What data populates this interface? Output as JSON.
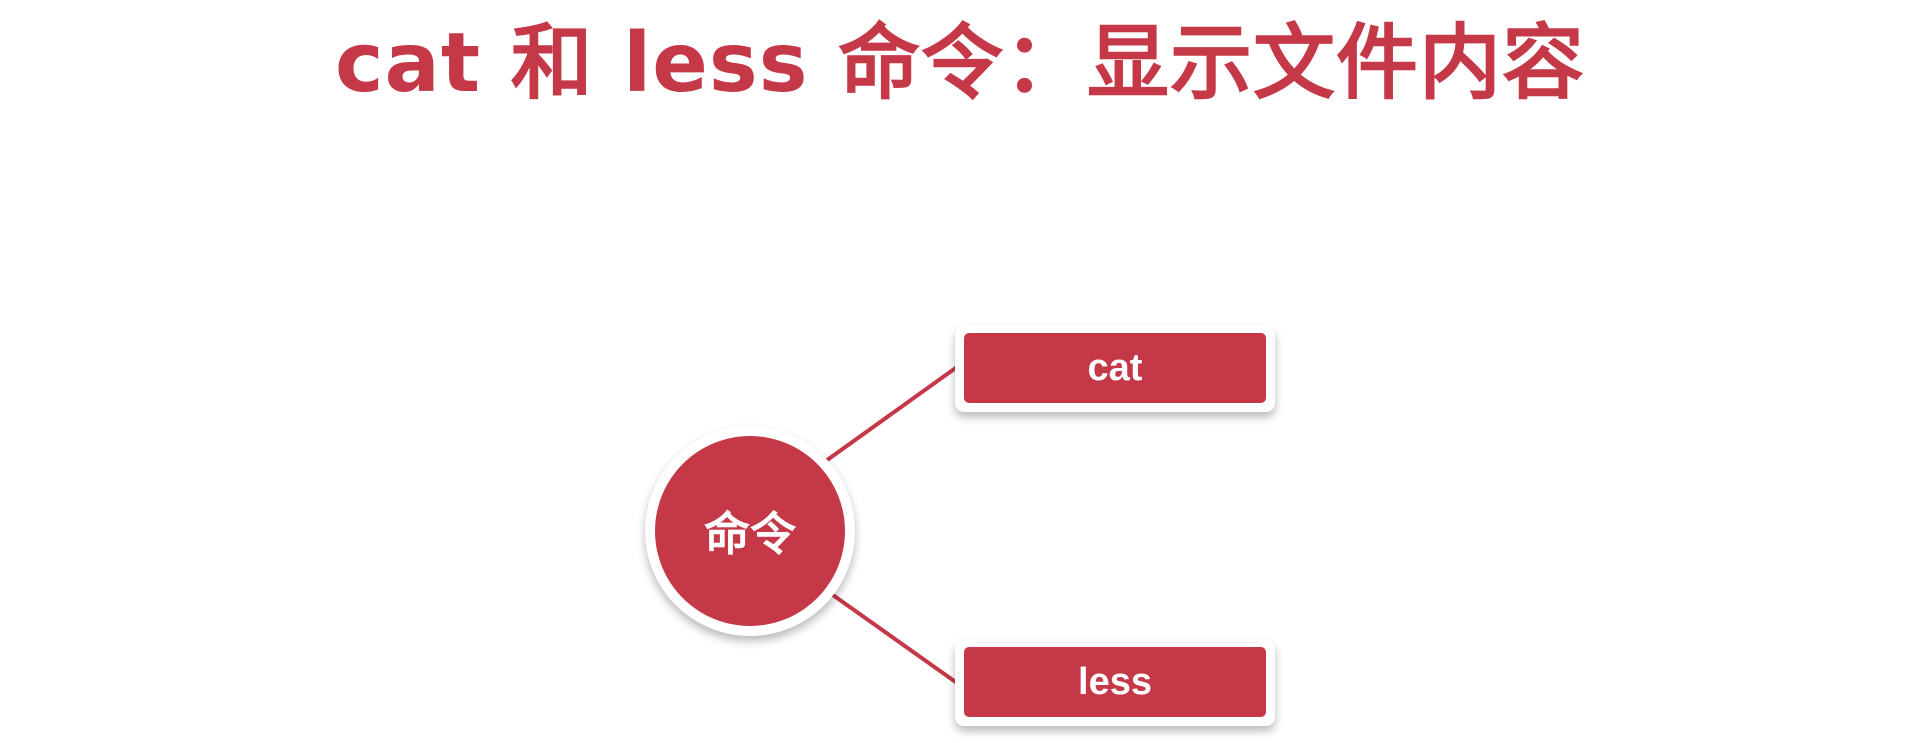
{
  "title": "cat 和 less 命令：显示文件内容",
  "hub": {
    "label": "命令"
  },
  "nodes": [
    {
      "label": "cat"
    },
    {
      "label": "less"
    }
  ],
  "colors": {
    "accent": "#c53848",
    "text_on_accent": "#ffffff",
    "background": "#ffffff"
  }
}
